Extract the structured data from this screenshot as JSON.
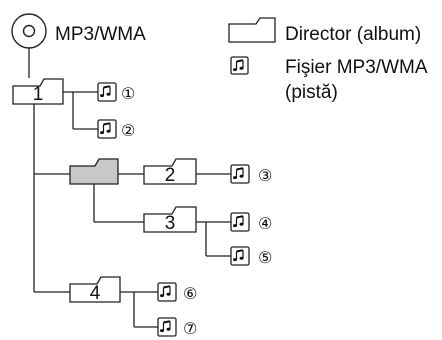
{
  "colors": {
    "line": "#222222",
    "folder_fill": "#ffffff",
    "folder_highlight": "#c8c8c8",
    "text": "#111111"
  },
  "header": {
    "disc_label": "MP3/WMA"
  },
  "legend": {
    "folder_label": "Director (album)",
    "track_label_line1": "Fişier MP3/WMA",
    "track_label_line2": "(pistă)"
  },
  "folders": [
    {
      "label": "1"
    },
    {
      "label": ""
    },
    {
      "label": "2"
    },
    {
      "label": "3"
    },
    {
      "label": "4"
    }
  ],
  "tracks": [
    {
      "number": "①"
    },
    {
      "number": "②"
    },
    {
      "number": "③"
    },
    {
      "number": "④"
    },
    {
      "number": "⑤"
    },
    {
      "number": "⑥"
    },
    {
      "number": "⑦"
    }
  ]
}
